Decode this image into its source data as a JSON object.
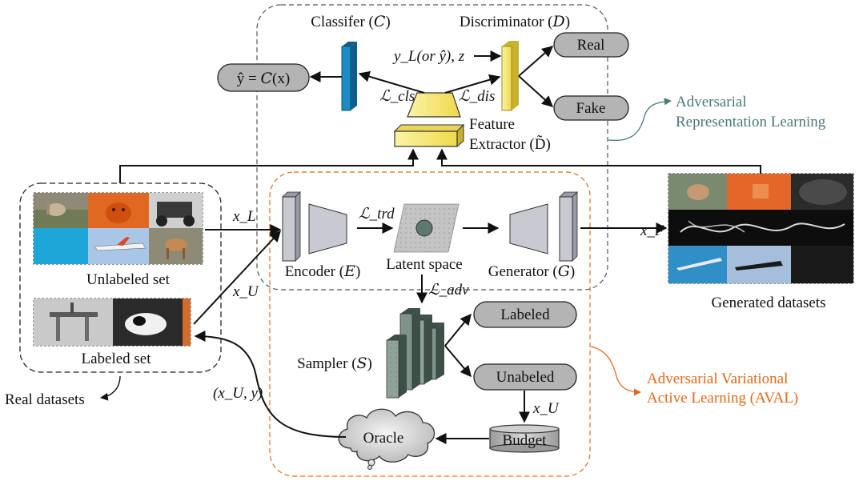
{
  "colors": {
    "grey_annotation": "#4a7a78",
    "orange_annotation": "#e06a1c",
    "dark_box": "#333333",
    "module_grey": "#c9c9d2",
    "pill_grey": "#b4b4b4",
    "classifier_blue": "#1b8cc6",
    "yellow": "#f7ec7b",
    "sampler_green": "#556b62"
  },
  "icons": [
    "cloud-icon",
    "cylinder-icon",
    "image-thumbnail-icon"
  ],
  "modules": {
    "classifier": "Classifer (𝐶)",
    "discriminator": "Discriminator (𝐷)",
    "feature_extractor_line1": "Feature",
    "feature_extractor_line2": "Extractor (D̃)",
    "encoder": "Encoder (𝐸)",
    "latent_space": "Latent space",
    "generator": "Generator (𝐺)",
    "sampler": "Sampler (𝑆)"
  },
  "outputs": {
    "prediction": "ŷ = 𝐶(x)",
    "real": "Real",
    "fake": "Fake",
    "labeled": "Labeled",
    "unlabeled": "Unabeled",
    "budget": "Budget",
    "oracle": "Oracle"
  },
  "math_labels": {
    "disc_input": "y_L(or ŷ), z",
    "loss_cls": "ℒ_cls",
    "loss_dis": "ℒ_dis",
    "loss_trd": "ℒ_trd",
    "loss_adv": "ℒ_adv",
    "x_L": "x_L",
    "x_U_top": "x_U",
    "x_F": "x_F",
    "x_U_budget": "x_U",
    "oracle_out": "(x_U, y)"
  },
  "datasets": {
    "unlabeled_set": "Unlabeled set",
    "labeled_set": "Labeled set",
    "real_datasets": "Real datasets",
    "generated_datasets": "Generated datasets"
  },
  "annotations": {
    "arl_line1": "Adversarial",
    "arl_line2": "Representation Learning",
    "aval_line1": "Adversarial Variational",
    "aval_line2": "Active Learning (AVAL)"
  }
}
